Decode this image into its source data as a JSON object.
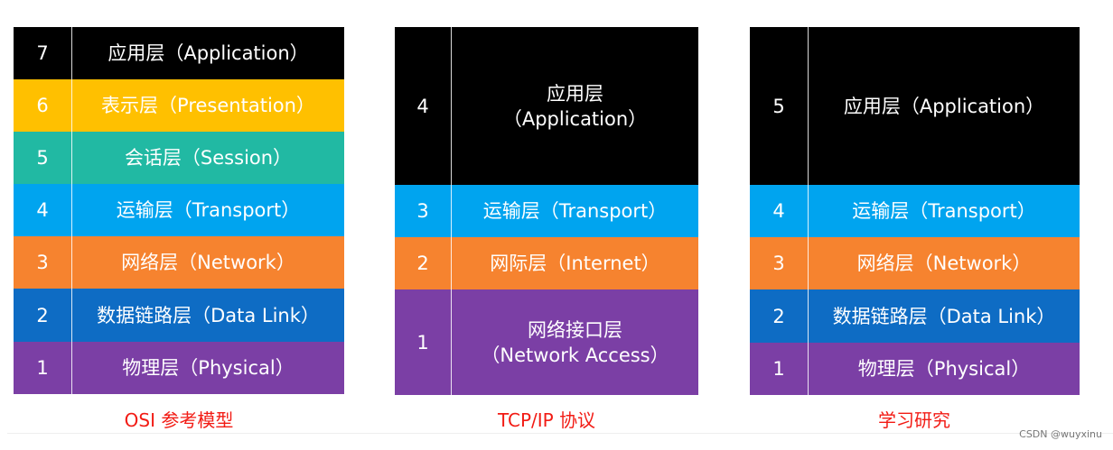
{
  "colors": {
    "application": "#000000",
    "presentation": "#ffc000",
    "session": "#21b9a3",
    "transport": "#00a4ef",
    "network": "#f6832f",
    "datalink": "#0e6cc4",
    "physical": "#7b3fa5",
    "caption": "#f21b14"
  },
  "tables": [
    {
      "caption": "OSI 参考模型",
      "rows": [
        {
          "num": "7",
          "label": "应用层（Application）"
        },
        {
          "num": "6",
          "label": "表示层（Presentation）"
        },
        {
          "num": "5",
          "label": "会话层（Session）"
        },
        {
          "num": "4",
          "label": "运输层（Transport）"
        },
        {
          "num": "3",
          "label": "网络层（Network）"
        },
        {
          "num": "2",
          "label": "数据链路层（Data Link）"
        },
        {
          "num": "1",
          "label": "物理层（Physical）"
        }
      ]
    },
    {
      "caption": "TCP/IP 协议",
      "rows": [
        {
          "num": "4",
          "label": "应用层\n（Application）"
        },
        {
          "num": "3",
          "label": "运输层（Transport）"
        },
        {
          "num": "2",
          "label": "网际层（Internet）"
        },
        {
          "num": "1",
          "label": "网络接口层\n（Network Access）"
        }
      ]
    },
    {
      "caption": "学习研究",
      "rows": [
        {
          "num": "5",
          "label": "应用层（Application）"
        },
        {
          "num": "4",
          "label": "运输层（Transport）"
        },
        {
          "num": "3",
          "label": "网络层（Network）"
        },
        {
          "num": "2",
          "label": "数据链路层（Data Link）"
        },
        {
          "num": "1",
          "label": "物理层（Physical）"
        }
      ]
    }
  ],
  "watermark": "CSDN @wuyxinu"
}
